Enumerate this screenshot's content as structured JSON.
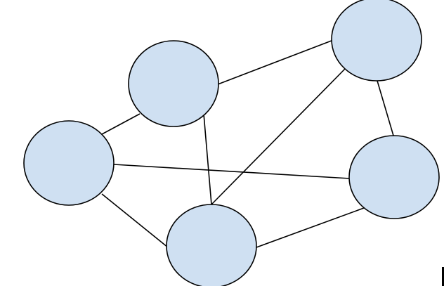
{
  "diagram": {
    "node_fill": "#cfe0f2",
    "line_color": "#000000",
    "nodes": [
      {
        "id": "node-top-center"
      },
      {
        "id": "node-top-right"
      },
      {
        "id": "node-left"
      },
      {
        "id": "node-right"
      },
      {
        "id": "node-bottom-center"
      }
    ],
    "edges": [
      {
        "from": "node-left",
        "to": "node-top-center"
      },
      {
        "from": "node-top-center",
        "to": "node-top-right"
      },
      {
        "from": "node-top-center",
        "to": "node-bottom-center"
      },
      {
        "from": "node-top-right",
        "to": "node-bottom-center"
      },
      {
        "from": "node-top-right",
        "to": "node-right"
      },
      {
        "from": "node-left",
        "to": "node-right"
      },
      {
        "from": "node-left",
        "to": "node-bottom-center"
      },
      {
        "from": "node-bottom-center",
        "to": "node-right"
      }
    ]
  }
}
